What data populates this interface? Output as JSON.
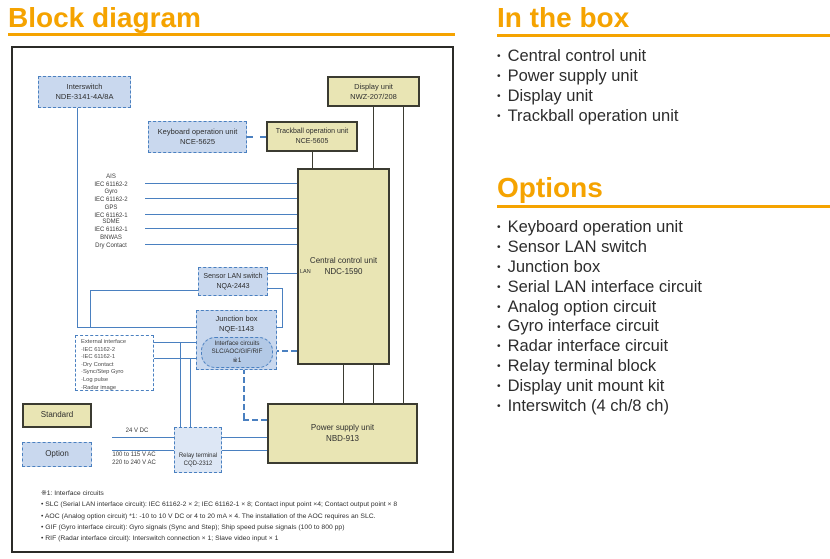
{
  "title": {
    "text": "Block diagram"
  },
  "in_the_box": {
    "title": "In the box",
    "items": [
      "Central control unit",
      "Power supply unit",
      "Display unit",
      "Trackball operation unit"
    ]
  },
  "options": {
    "title": "Options",
    "items": [
      "Keyboard operation unit",
      "Sensor LAN switch",
      "Junction box",
      "Serial LAN interface circuit",
      "Analog option circuit",
      "Gyro interface circuit",
      "Radar interface circuit",
      "Relay terminal block",
      "Display unit mount kit",
      "Interswitch (4 ch/8 ch)"
    ]
  },
  "colors": {
    "accent": "#F5A300",
    "line_blue": "#4A80C0",
    "box_tan": "#E9E5B4",
    "box_blue": "#C9D8EE"
  },
  "diagram": {
    "boxes": {
      "interswitch": {
        "name": "Interswitch",
        "model": "NDE-3141-4A/8A"
      },
      "keyboard": {
        "name": "Keyboard operation unit",
        "model": "NCE-5625"
      },
      "trackball": {
        "name": "Trackball operation unit",
        "model": "NCE-5605"
      },
      "display": {
        "name": "Display unit",
        "model": "NWZ-207/208"
      },
      "central": {
        "name": "Central control unit",
        "model": "NDC-1590",
        "port": "LAN"
      },
      "sensor_lan": {
        "name": "Sensor LAN switch",
        "model": "NQA-2443"
      },
      "junction": {
        "name": "Junction box",
        "model": "NQE-1143"
      },
      "interface_circuits": {
        "line1": "Interface circuits",
        "line2": "SLC/AOC/GIF/RIF",
        "line3": "※1"
      },
      "relay": {
        "name": "Relay terminal",
        "model": "CQD-2312"
      },
      "power": {
        "name": "Power supply unit",
        "model": "NBD-913"
      }
    },
    "signals": [
      {
        "name": "AIS",
        "std": "IEC 61162-2"
      },
      {
        "name": "Gyro",
        "std": "IEC 61162-2"
      },
      {
        "name": "GPS",
        "std": "IEC 61162-1"
      },
      {
        "name": "SDME",
        "std": "IEC 61162-1"
      },
      {
        "name": "BNWAS",
        "std": "Dry Contact"
      }
    ],
    "external_interface": {
      "title": "External interface",
      "items": [
        "IEC 61162-2",
        "IEC 61162-1",
        "Dry Contact",
        "Sync/Step Gyro",
        "Log pulse",
        "Radar image"
      ]
    },
    "legend": {
      "standard": "Standard",
      "option": "Option"
    },
    "power_inputs": {
      "dc": "24 V DC",
      "ac1": "100 to 115 V AC",
      "ac2": "220 to 240 V AC"
    },
    "footnotes": [
      "※1: Interface circuits",
      "• SLC (Serial LAN interface circuit): IEC 61162-2 × 2; IEC 61162-1 × 8; Contact input point ×4; Contact output point × 8",
      "• AOC (Analog option circuit) *1: -10 to 10 V DC or 4 to 20 mA × 4. The installation of the AOC requires an SLC.",
      "• GIF (Gyro interface circuit): Gyro signals (Sync and Step); Ship speed pulse signals (100 to 800 pp)",
      "• RIF (Radar interface circuit): Interswitch connection × 1; Slave video input × 1"
    ]
  }
}
